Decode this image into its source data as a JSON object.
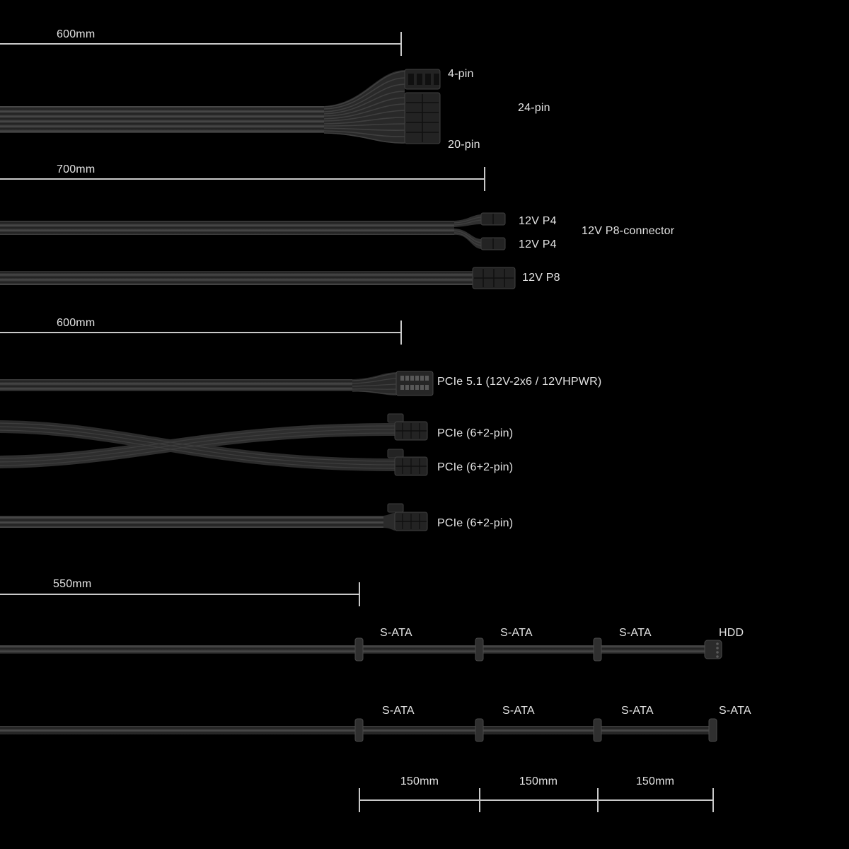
{
  "colors": {
    "background": "#000000",
    "label_text": "#e3e3e3",
    "measure_line": "#c9c9c9",
    "cable": "#3a3a3a"
  },
  "measurements": {
    "atx": "600mm",
    "cpu": "700mm",
    "pcie": "600mm",
    "sata": "550mm",
    "sata_segments": [
      "150mm",
      "150mm",
      "150mm"
    ]
  },
  "connectors": {
    "atx": {
      "top": "4-pin",
      "main": "24-pin",
      "bottom": "20-pin"
    },
    "cpu": {
      "p4_top": "12V P4",
      "p4_bottom": "12V P4",
      "p8_group": "12V P8-connector",
      "p8": "12V P8"
    },
    "pcie": {
      "gen5": "PCIe 5.1 (12V-2x6 / 12VHPWR)",
      "p1": "PCIe (6+2-pin)",
      "p2": "PCIe (6+2-pin)",
      "p3": "PCIe (6+2-pin)"
    },
    "sata_row1": [
      "S-ATA",
      "S-ATA",
      "S-ATA",
      "HDD"
    ],
    "sata_row2": [
      "S-ATA",
      "S-ATA",
      "S-ATA",
      "S-ATA"
    ]
  }
}
